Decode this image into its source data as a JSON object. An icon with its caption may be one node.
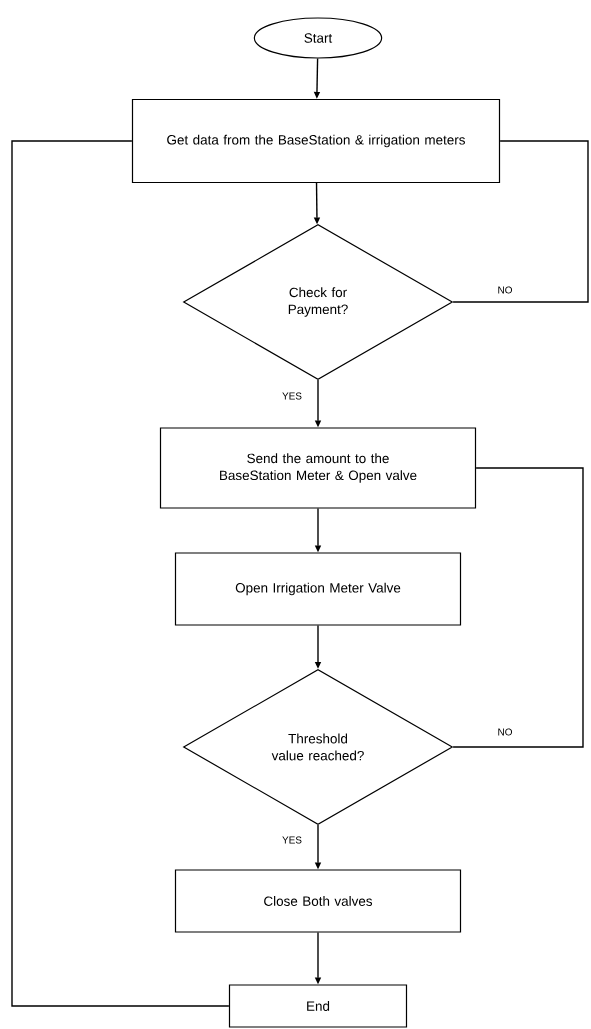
{
  "diagram": {
    "nodes": [
      {
        "text": [
          "Start"
        ]
      },
      {
        "text": [
          "Get data from the BaseStation & irrigation meters"
        ]
      },
      {
        "text": [
          "Check for Payment?"
        ]
      },
      {
        "text": [
          "Send the amount to the BaseStation Meter & Open valve"
        ]
      },
      {
        "text": [
          "Open Irrigation Meter Valve"
        ]
      },
      {
        "text": [
          "Threshold value reached?"
        ]
      },
      {
        "text": [
          "Close Both valves"
        ]
      },
      {
        "text": [
          "End"
        ]
      }
    ],
    "edges": [
      {
        "from": 0,
        "to": 1,
        "arrow": "to"
      },
      {
        "from": 1,
        "to": 2,
        "arrow": "to"
      },
      {
        "from": 2,
        "to": 3,
        "arrow": "to",
        "label": "YES"
      },
      {
        "from": 3,
        "to": 4,
        "arrow": "to"
      },
      {
        "from": 4,
        "to": 5,
        "arrow": "to"
      },
      {
        "from": 5,
        "to": 6,
        "arrow": "to",
        "label": "YES"
      },
      {
        "from": 6,
        "to": 7,
        "arrow": "to"
      },
      {
        "from": 2,
        "to": 1,
        "arrow": "none",
        "label": "NO"
      },
      {
        "from": 5,
        "to": 3,
        "arrow": "none",
        "label": "NO"
      },
      {
        "from": 7,
        "to": 1,
        "arrow": "none"
      }
    ]
  }
}
